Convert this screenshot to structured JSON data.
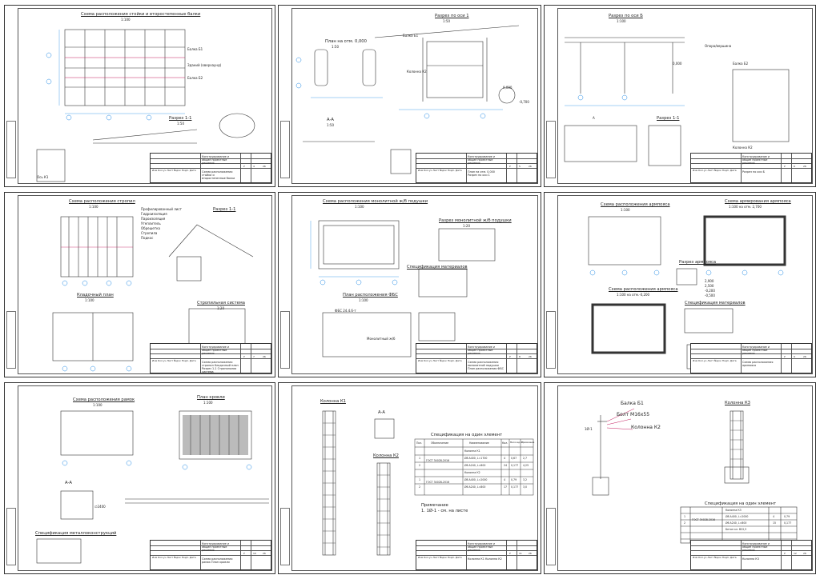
{
  "sheets": [
    {
      "titles": [
        "Схема расположения стойки и второстепенные балки",
        "1:100",
        "Разрез 1-1",
        "1:50"
      ],
      "notes": [
        "Зданий (оверхаунд)",
        "Балка Б1",
        "Балка Б2",
        "Ось К1"
      ],
      "stamp": {
        "header": "Изм Кол.уч Лист №док Подп. Дата",
        "name": "Конструирование и общие проектные решения",
        "title": "Схема расположения стойки и второстепенные балки",
        "stage": "У",
        "sheet": "4",
        "sheets": "26"
      }
    },
    {
      "titles": [
        "Разрез по оси 1",
        "1:50",
        "План на отм. 0,000",
        "1:50",
        "А-А",
        "1:50"
      ],
      "notes": [
        "Колонна К2",
        "0,000",
        "-0,700",
        "Балка Б1"
      ],
      "stamp": {
        "header": "Изм Кол.уч Лист №док Подп. Дата",
        "name": "Конструирование и общие проектные решения",
        "title": "План на отм. 0,000 Разрез по оси 1",
        "stage": "У",
        "sheet": "5",
        "sheets": "26"
      }
    },
    {
      "titles": [
        "Разрез по оси Б",
        "1:100",
        "Разрез 1-1",
        "А"
      ],
      "notes": [
        "Опора/вершина",
        "0,000",
        "Колонна К2",
        "Балка Б2"
      ],
      "stamp": {
        "header": "Изм Кол.уч Лист №док Подп. Дата",
        "name": "Конструирование и общие проектные решения",
        "title": "Разрез по оси Б",
        "stage": "У",
        "sheet": "6",
        "sheets": "26"
      }
    },
    {
      "titles": [
        "Схема расположения стропил",
        "1:100",
        "Разрез 1-1",
        "Кладочный план",
        "1:100",
        "Стропильная система",
        "1:20"
      ],
      "notes": [
        "Профилированный лист",
        "Гидроизоляция",
        "Пароизоляция",
        "Утеплитель",
        "Обрешетка",
        "Стропила",
        "Подкос"
      ],
      "stamp": {
        "header": "Изм Кол.уч Лист №док Подп. Дата",
        "name": "Конструирование и общие проектные решения",
        "title": "Схема расположения стропил Кладочный план Разрез 1-1 Стропильная система",
        "stage": "У",
        "sheet": "7",
        "sheets": "26"
      }
    },
    {
      "titles": [
        "Схема расположения монолитной ж/б подушки",
        "1:100",
        "Разрез монолитной ж/б подушки",
        "1:20",
        "План расположения ФБС",
        "1:100",
        "Спецификация материалов"
      ],
      "notes": [
        "ФБС 24.4.6-т",
        "Монолитный ж/б"
      ],
      "stamp": {
        "header": "Изм Кол.уч Лист №док Подп. Дата",
        "name": "Конструирование и общие проектные решения",
        "title": "Схема расположения монолитной подушки План расположения ФБС",
        "stage": "У",
        "sheet": "8",
        "sheets": "26"
      }
    },
    {
      "titles": [
        "Схема расположения армпояса",
        "1:100",
        "Схема армирования армпояса",
        "1:100 на отм. 2,700",
        "Разрез армпояса",
        "Схема расположения армпояса",
        "1:100 на отм.-0,200",
        "Спецификация материалов"
      ],
      "notes": [
        "2,900",
        "2,500",
        "-0,200",
        "-0,500"
      ],
      "stamp": {
        "header": "Изм Кол.уч Лист №док Подп. Дата",
        "name": "Конструирование и общие проектные решения",
        "title": "Схема расположения армпояса",
        "stage": "У",
        "sheet": "9",
        "sheets": "26"
      }
    },
    {
      "titles": [
        "Схема расположения рамок",
        "1:100",
        "План кровли",
        "1:100",
        "А-А",
        "Спецификация металлоконструкций"
      ],
      "notes": [
        "∅2400"
      ],
      "stamp": {
        "header": "Изм Кол.уч Лист №док Подп. Дата",
        "name": "Конструирование и общие проектные решения",
        "title": "Схема расположения рамок План кровли",
        "stage": "У",
        "sheet": "10",
        "sheets": "26"
      }
    },
    {
      "titles": [
        "Колонна К1",
        "А-А",
        "Колонна К2",
        "Спецификация на один элемент"
      ],
      "spec_header": [
        "Поз.",
        "Обозначение",
        "Наименование",
        "Кол.",
        "Масса ед. кг",
        "Примечание"
      ],
      "spec_rows": [
        [
          "",
          "",
          "Колонна К1",
          "",
          "",
          ""
        ],
        [
          "1",
          "ГОСТ 34028-2016",
          "Ø8 А400, L=1700",
          "4",
          "0,67",
          "2,7"
        ],
        [
          "2",
          "",
          "Ø6 А240, L=800",
          "24",
          "0,177",
          "4,25"
        ],
        [
          "",
          "",
          "Колонна К2",
          "",
          "",
          ""
        ],
        [
          "1",
          "ГОСТ 34028-2016",
          "Ø8 А400, L=2000",
          "4",
          "0,79",
          "3,2"
        ],
        [
          "2",
          "",
          "Ø6 А240, L=800",
          "17",
          "0,177",
          "3,0"
        ]
      ],
      "notes": [
        "Примечание",
        "1. 1Ø-1 - см. на листе"
      ],
      "stamp": {
        "header": "Изм Кол.уч Лист №док Подп. Дата",
        "name": "Конструирование и общие проектные решения",
        "title": "Колонна К1 Колонна К2",
        "stage": "У",
        "sheet": "11",
        "sheets": "26"
      }
    },
    {
      "titles": [
        "Балка Б1",
        "Болт М16х55",
        "Колонна К2",
        "Колонна К3",
        "Спецификация на один элемент"
      ],
      "spec_rows": [
        [
          "",
          "",
          "Колонна К3",
          "",
          ""
        ],
        [
          "1",
          "ГОСТ 34028-2016",
          "Ø8 А400, L=2000",
          "4",
          "0,79"
        ],
        [
          "2",
          "",
          "Ø6 А240, L=800",
          "15",
          "0,177"
        ],
        [
          "",
          "",
          "Бетон кл. В22,5",
          "",
          ""
        ]
      ],
      "notes": [
        "1Ø-1"
      ],
      "stamp": {
        "header": "Изм Кол.уч Лист №док Подп. Дата",
        "name": "Конструирование и общие проектные решения",
        "title": "Колонна К3",
        "stage": "У",
        "sheet": "12",
        "sheets": "26"
      }
    }
  ]
}
